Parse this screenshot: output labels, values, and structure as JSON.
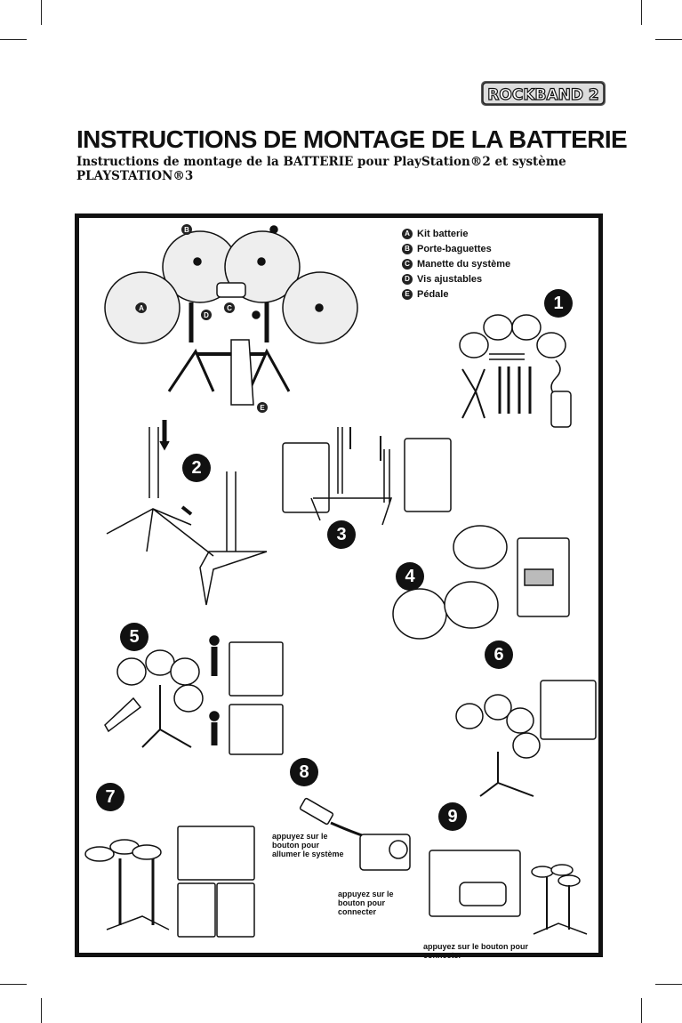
{
  "header": {
    "logo_text": "ROCKBAND 2",
    "title": "INSTRUCTIONS DE MONTAGE DE LA BATTERIE",
    "subtitle": "Instructions de montage de la BATTERIE pour PlayStation®2 et système PLAYSTATION®3"
  },
  "legend": [
    {
      "letter": "A",
      "label": "Kit batterie"
    },
    {
      "letter": "B",
      "label": "Porte-baguettes"
    },
    {
      "letter": "C",
      "label": "Manette du système"
    },
    {
      "letter": "D",
      "label": "Vis ajustables"
    },
    {
      "letter": "E",
      "label": "Pédale"
    }
  ],
  "steps": [
    "1",
    "2",
    "3",
    "4",
    "5",
    "6",
    "7",
    "8",
    "9"
  ],
  "notes": {
    "power": "appuyez sur le bouton pour allumer le système",
    "connect_adapter": "appuyez sur le bouton pour connecter",
    "connect_controller": "appuyez sur le bouton pour connecter"
  },
  "part_labels": {
    "a": "A",
    "b": "B",
    "c": "C",
    "d": "D",
    "e": "E"
  }
}
